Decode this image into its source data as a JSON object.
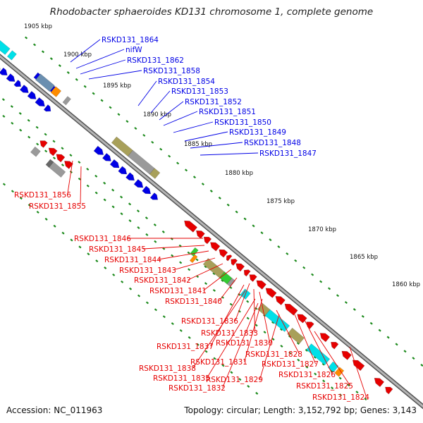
{
  "title": "Rhodobacter sphaeroides KD131 chromosome 1, complete genome",
  "footer": {
    "accession": "Accession: NC_011963",
    "summary": "Topology: circular; Length: 3,152,792 bp; Genes: 3,143"
  },
  "colors": {
    "forward": "#0000e6",
    "reverse": "#e60000",
    "backbone": "#888888",
    "ticks": "#1c8a1c",
    "cds_cyan": "#00e0e8",
    "cds_olive": "#a8a05a",
    "cds_gray": "#9a9a9a",
    "cds_orange": "#ff8c00",
    "cds_green": "#33cc33",
    "cds_steel": "#6a8fb0"
  },
  "scale_labels": [
    "1905 kbp",
    "1900 kbp",
    "1895 kbp",
    "1890 kbp",
    "1885 kbp",
    "1880 kbp",
    "1875 kbp",
    "1870 kbp",
    "1865 kbp",
    "1860 kbp"
  ],
  "forward_labels": [
    "RSKD131_1864",
    "nifW",
    "RSKD131_1862",
    "RSKD131_1858",
    "RSKD131_1854",
    "RSKD131_1853",
    "RSKD131_1852",
    "RSKD131_1851",
    "RSKD131_1850",
    "RSKD131_1849",
    "RSKD131_1848",
    "RSKD131_1847"
  ],
  "reverse_labels_left": [
    "RSKD131_1856",
    "RSKD131_1855"
  ],
  "reverse_labels": [
    "RSKD131_1846",
    "RSKD131_1845",
    "RSKD131_1844",
    "RSKD131_1843",
    "RSKD131_1842",
    "RSKD131_1841",
    "RSKD131_1840",
    "RSKD131_1836",
    "RSKD131_1833",
    "RSKD131_1837",
    "RSKD131_1830",
    "RSKD131_1828",
    "RSKD131_1838",
    "RSKD131_1831",
    "RSKD131_1827",
    "RSKD131_1835",
    "RSKD131_1829",
    "RSKD131_1826",
    "RSKD131_1832",
    "RSKD131_1825",
    "RSKD131_1824"
  ]
}
